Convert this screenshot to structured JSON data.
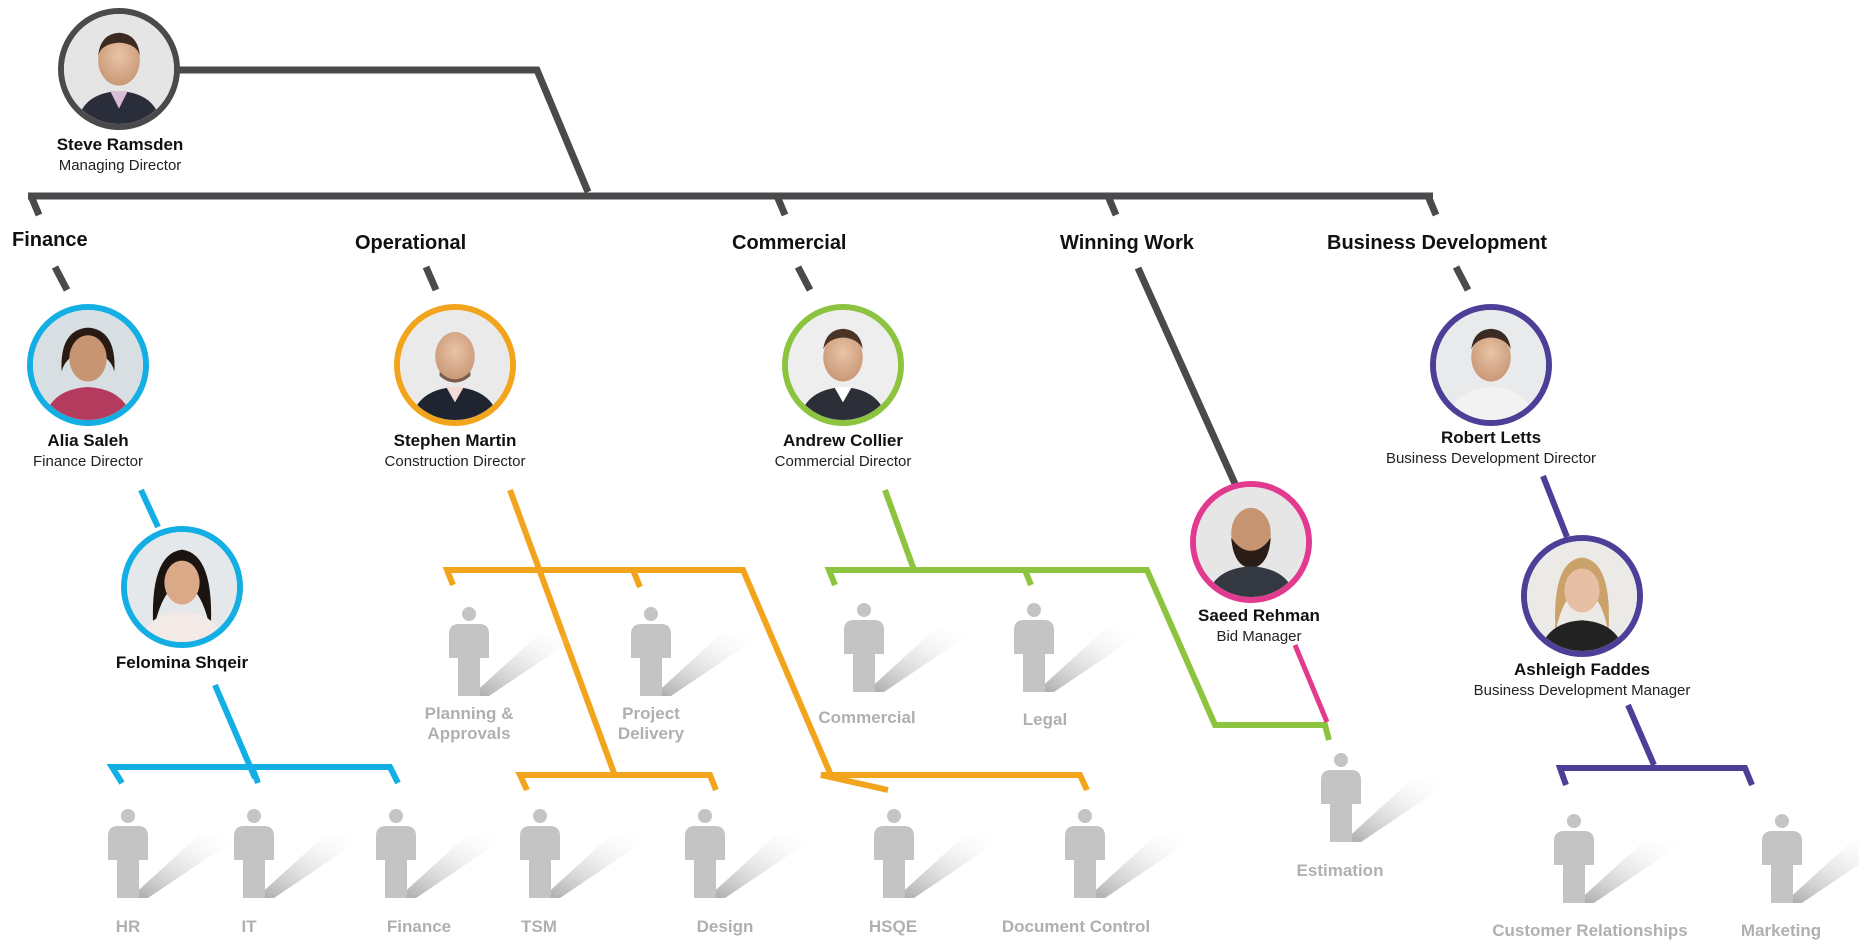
{
  "colors": {
    "executive": "#4a4a4c",
    "finance": "#13aee4",
    "operational": "#f2a51c",
    "commercial": "#8cc33f",
    "bid": "#e23a8e",
    "business_development": "#4b3f98",
    "placeholder": "#c4c4c4",
    "team_text": "#b0b0b0"
  },
  "ceo": {
    "name": "Steve Ramsden",
    "role": "Managing Director"
  },
  "departments": {
    "finance": "Finance",
    "operational": "Operational",
    "commercial": "Commercial",
    "winning_work": "Winning Work",
    "business_development": "Business Development"
  },
  "people": {
    "alia": {
      "name": "Alia Saleh",
      "role": "Finance Director"
    },
    "felomina": {
      "name": "Felomina Shqeir"
    },
    "stephen": {
      "name": "Stephen Martin",
      "role": "Construction Director"
    },
    "andrew": {
      "name": "Andrew Collier",
      "role": "Commercial Director"
    },
    "saeed": {
      "name": "Saeed Rehman",
      "role": "Bid Manager"
    },
    "robert": {
      "name": "Robert Letts",
      "role": "Business Development Director"
    },
    "ashleigh": {
      "name": "Ashleigh Faddes",
      "role": "Business Development Manager"
    }
  },
  "teams": {
    "hr": "HR",
    "it": "IT",
    "finance": "Finance",
    "planning_1": "Planning &",
    "planning_2": "Approvals",
    "project_1": "Project",
    "project_2": "Delivery",
    "tsm": "TSM",
    "design": "Design",
    "commercial": "Commercial",
    "legal": "Legal",
    "hsqe": "HSQE",
    "document_control": "Document Control",
    "estimation": "Estimation",
    "customer_relationships": "Customer Relationships",
    "marketing": "Marketing"
  }
}
